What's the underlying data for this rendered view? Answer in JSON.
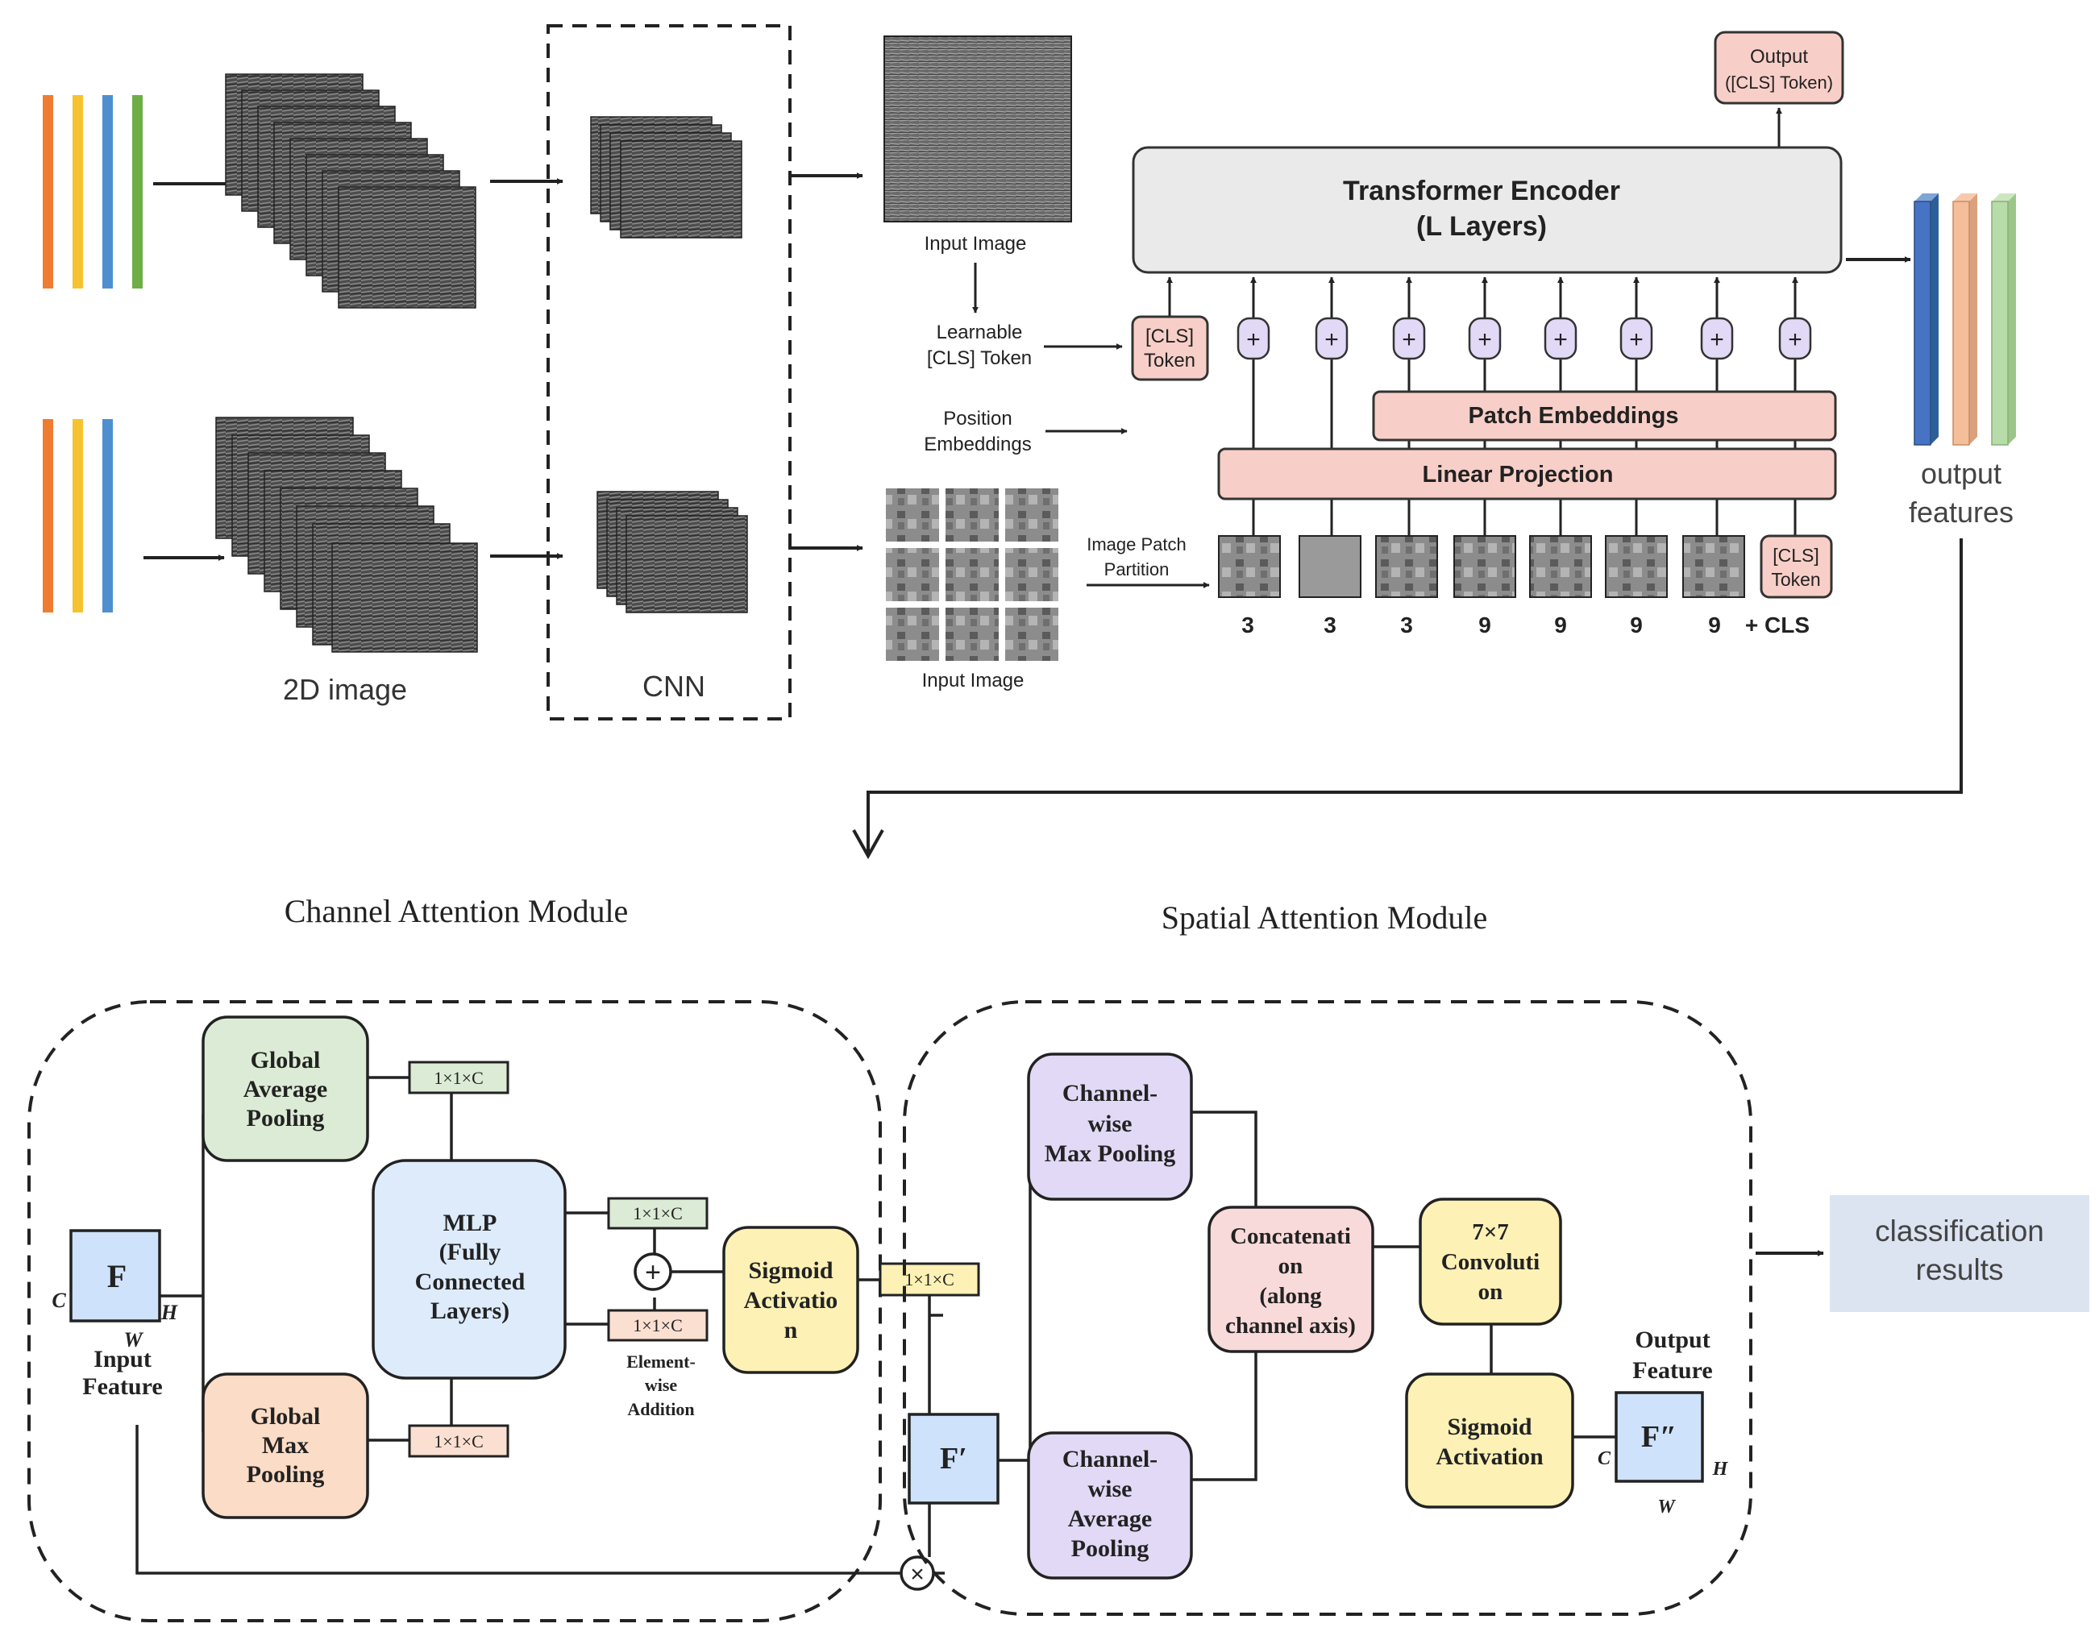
{
  "top": {
    "label_2d_image": "2D image",
    "label_cnn": "CNN",
    "input_image_top": "Input Image",
    "input_image_bottom": "Input Image",
    "learnable_cls": [
      "Learnable",
      "[CLS] Token"
    ],
    "position_embeddings": [
      "Position",
      "Embeddings"
    ],
    "image_patch_partition": [
      "Image Patch",
      "Partition"
    ],
    "cls_token": [
      "[CLS]",
      "Token"
    ],
    "cls_token_bottom": [
      "[CLS]",
      "Token"
    ],
    "plus_symbol": "+",
    "patch_embeddings": "Patch Embeddings",
    "linear_projection": "Linear Projection",
    "transformer_encoder": [
      "Transformer Encoder",
      "(L Layers)"
    ],
    "output_cls": [
      "Output",
      "([CLS] Token)"
    ],
    "output_features": [
      "output",
      "features"
    ],
    "patch_counts": [
      "3",
      "3",
      "3",
      "9",
      "9",
      "9",
      "9"
    ],
    "plus_cls": "+ CLS"
  },
  "titles": {
    "channel_attention": "Channel Attention Module",
    "spatial_attention": "Spatial Attention Module"
  },
  "cam": {
    "input_symbol": "F",
    "dim_c": "C",
    "dim_h": "H",
    "dim_w": "W",
    "input_feature": [
      "Input",
      "Feature"
    ],
    "global_avg_pool": [
      "Global",
      "Average",
      "Pooling"
    ],
    "global_max_pool": [
      "Global",
      "Max",
      "Pooling"
    ],
    "vec_1x1xc": "1×1×C",
    "mlp": [
      "MLP",
      "(Fully",
      "Connected",
      "Layers)"
    ],
    "plus_symbol": "+",
    "elementwise_addition": [
      "Element-",
      "wise",
      "Addition"
    ],
    "sigmoid": [
      "Sigmoid",
      "Activatio",
      "n"
    ],
    "multiply_symbol": "×"
  },
  "sam": {
    "f_prime": "F′",
    "cw_max_pool": [
      "Channel-",
      "wise",
      "Max Pooling"
    ],
    "cw_avg_pool": [
      "Channel-",
      "wise",
      "Average",
      "Pooling"
    ],
    "concat": [
      "Concatenati",
      "on",
      "(along",
      "channel axis)"
    ],
    "conv7": [
      "7×7",
      "Convoluti",
      "on"
    ],
    "sigmoid": [
      "Sigmoid",
      "Activation"
    ],
    "output_feature": [
      "Output",
      "Feature"
    ],
    "output_symbol": "F″",
    "dim_c": "C",
    "dim_h": "H",
    "dim_w": "W"
  },
  "classification_results": [
    "classification",
    "results"
  ],
  "colors": {
    "orange": "#ee7d32",
    "yellow": "#f6c330",
    "blue": "#4e8fd0",
    "green": "#6fad47",
    "salmon": "#f8cfc8",
    "lavender": "#e2d9f6",
    "light_green": "#dcebd5",
    "peach": "#fbdcc6",
    "light_blue": "#ddebfb",
    "pale_yellow": "#fdf1b5",
    "pink": "#f9dada",
    "gray_box": "#eaeaea",
    "result_box": "#dce4f2",
    "feature_blue": "#cfe2fb"
  }
}
